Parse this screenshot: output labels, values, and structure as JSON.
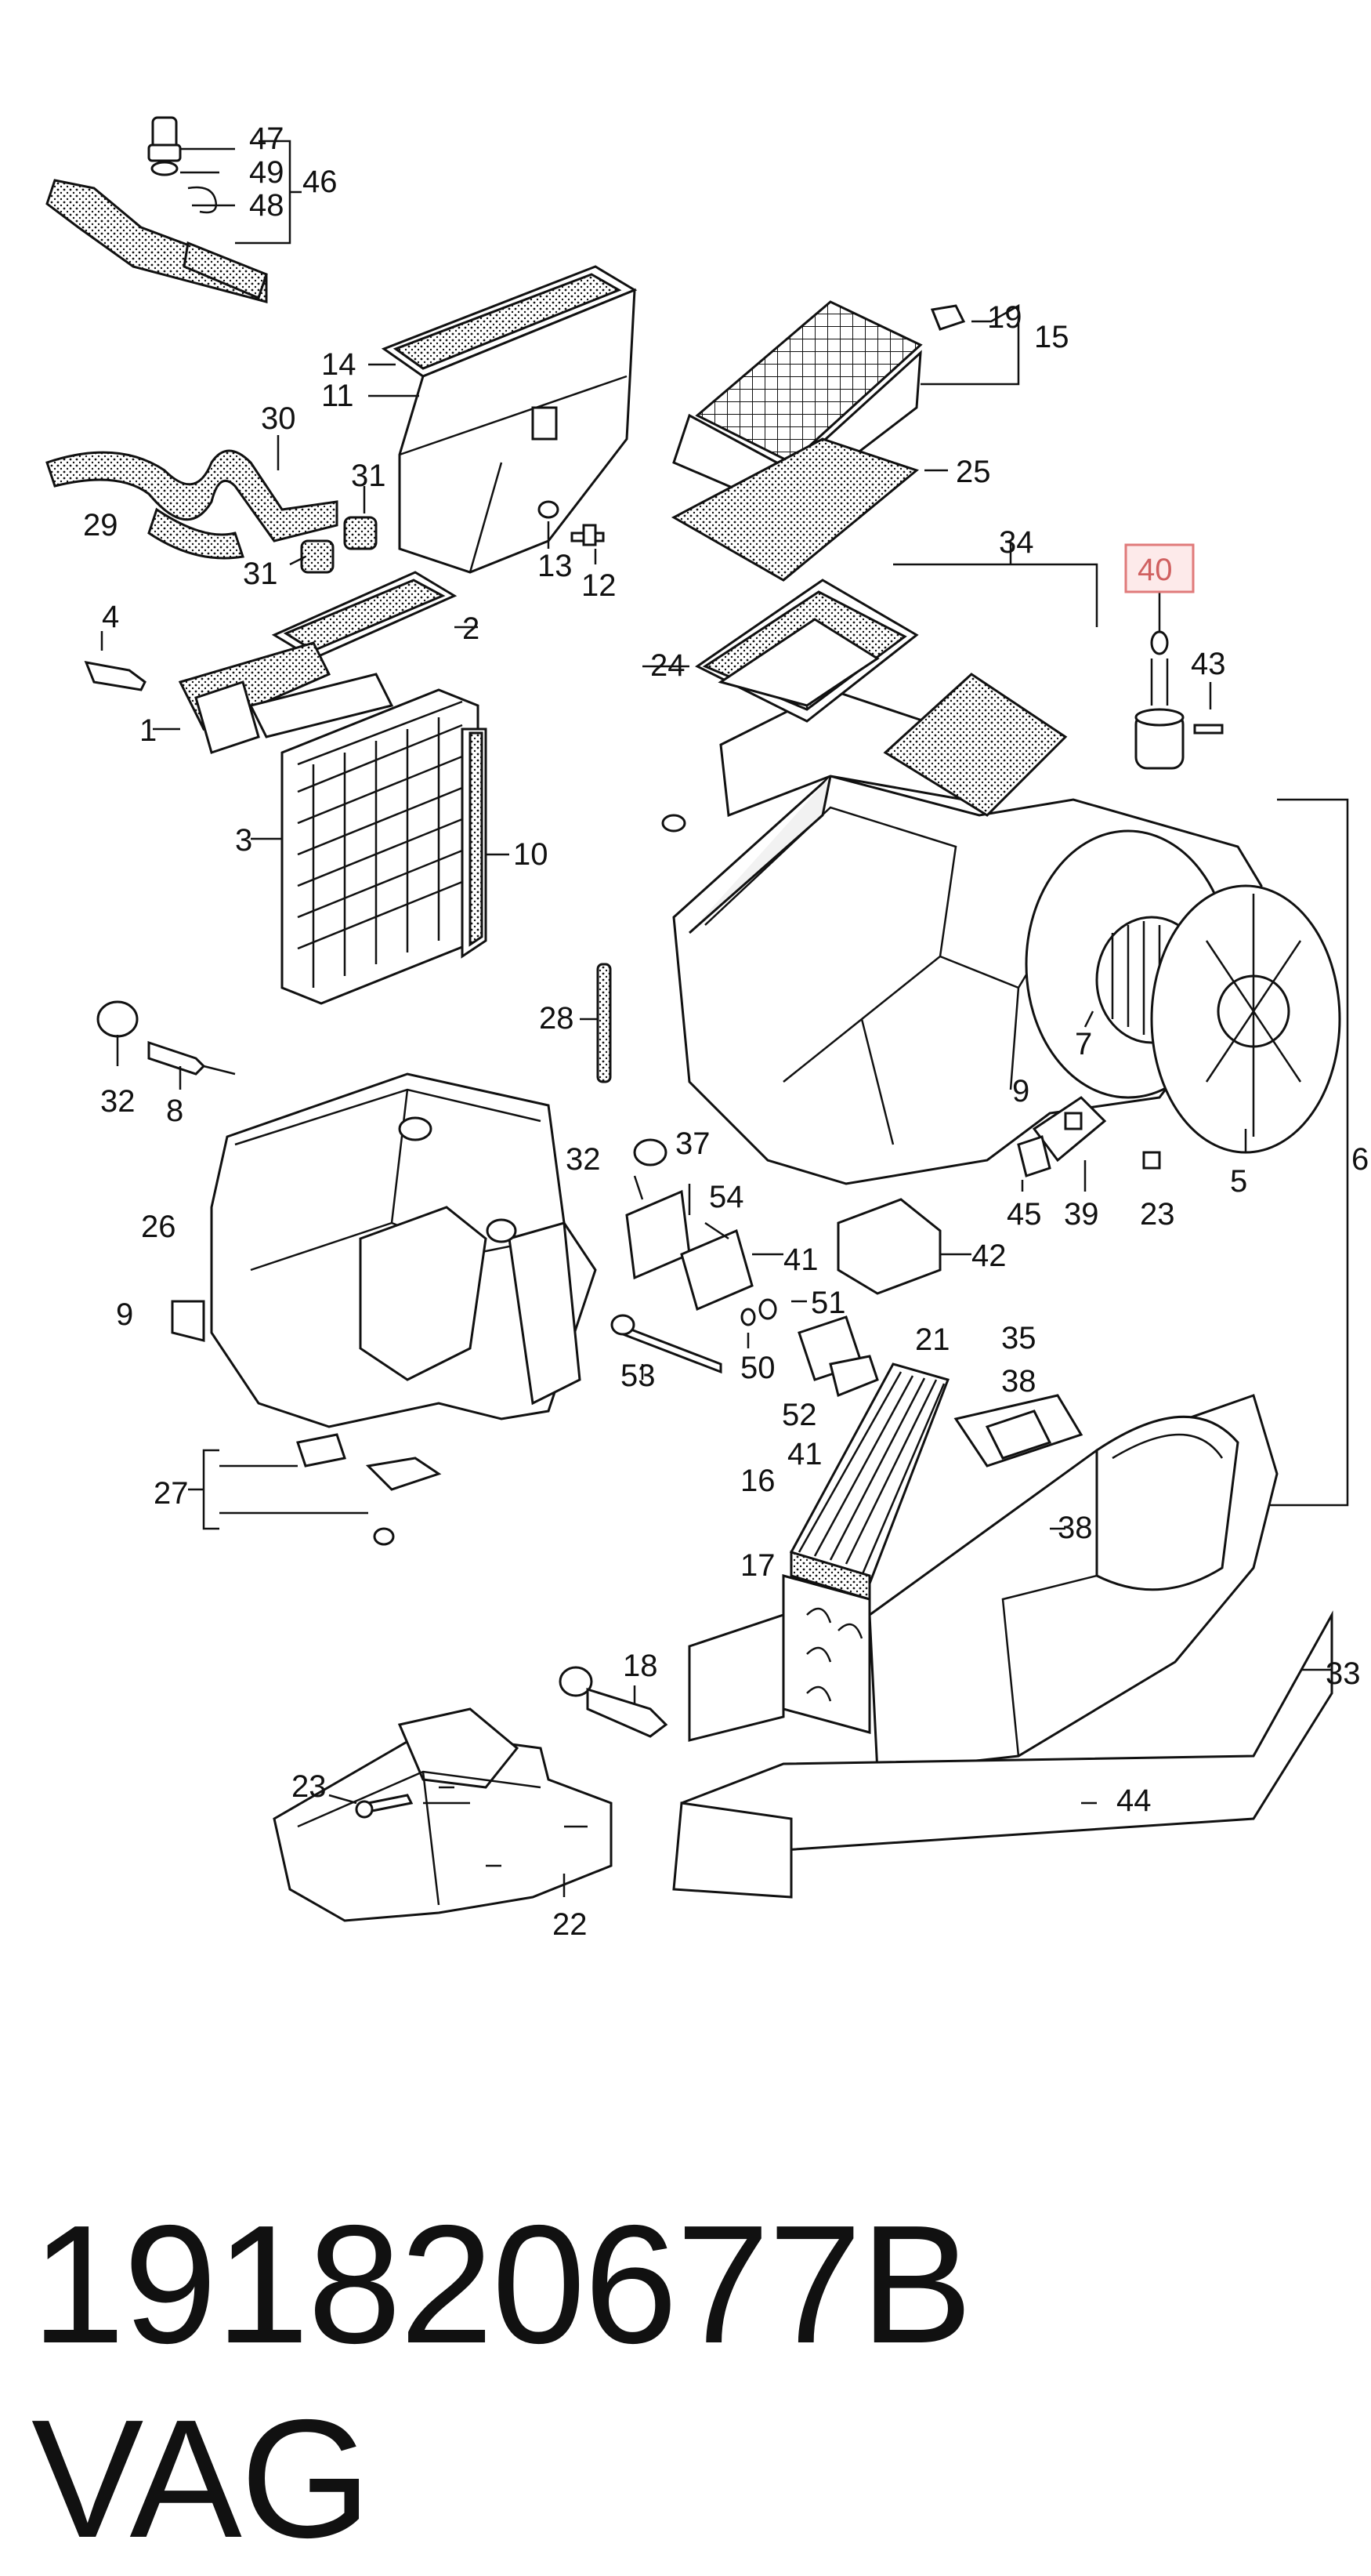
{
  "highlighted_callout": "40",
  "part_number": "191820677B",
  "brand": "VAG",
  "callouts": [
    "47",
    "49",
    "48",
    "46",
    "19",
    "15",
    "14",
    "11",
    "30",
    "31",
    "29",
    "13",
    "12",
    "25",
    "31",
    "2",
    "4",
    "1",
    "3",
    "10",
    "40",
    "34",
    "24",
    "43",
    "7",
    "28",
    "32",
    "8",
    "9",
    "5",
    "6",
    "32",
    "37",
    "54",
    "41",
    "42",
    "26",
    "51",
    "9",
    "45",
    "39",
    "23",
    "21",
    "35",
    "50",
    "53",
    "38",
    "52",
    "41",
    "16",
    "38",
    "27",
    "17",
    "18",
    "33",
    "23",
    "44",
    "22"
  ]
}
